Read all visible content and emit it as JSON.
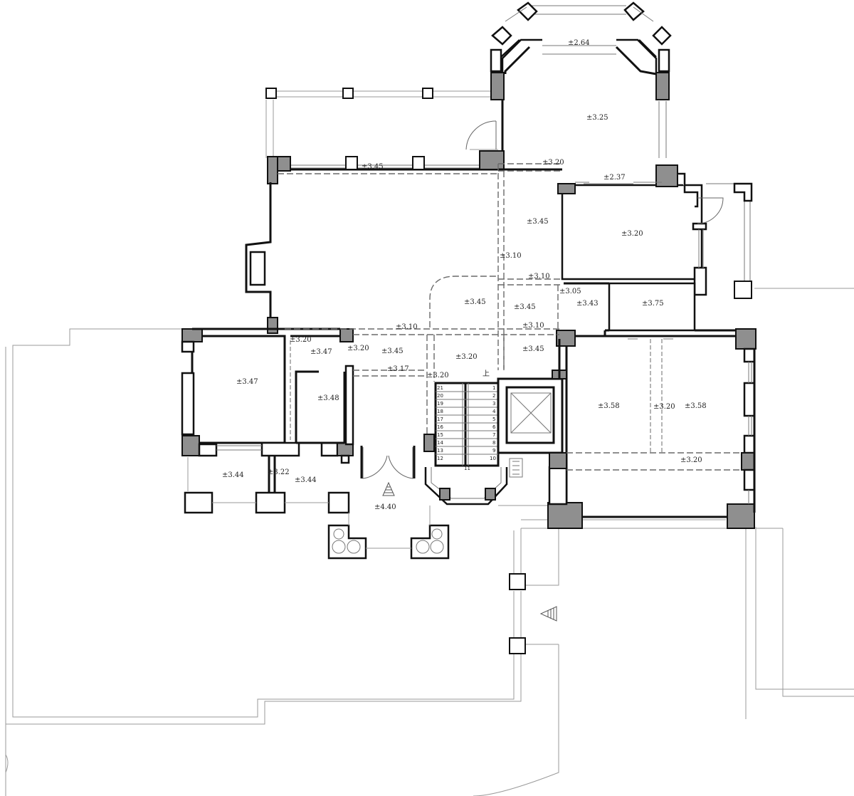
{
  "plan": {
    "elevations": [
      "±2.64",
      "±3.25",
      "±3.20",
      "±2.37",
      "±3.45",
      "±3.45",
      "±3.20",
      "±3.10",
      "±3.10",
      "±3.05",
      "±3.45",
      "±3.45",
      "±3.43",
      "±3.75",
      "±3.10",
      "±3.10",
      "±3.20",
      "±3.47",
      "±3.20",
      "±3.45",
      "±3.20",
      "±3.45",
      "±3.17",
      "±3.20",
      "±3.47",
      "±3.48",
      "±3.58",
      "±3.20",
      "±3.58",
      "±3.20",
      "±3.44",
      "±3.22",
      "±3.44",
      "±4.40"
    ],
    "stair": {
      "up_label": "上",
      "left_steps": [
        "21",
        "20",
        "19",
        "18",
        "17",
        "16",
        "15",
        "14",
        "13",
        "12"
      ],
      "right_steps": [
        "1",
        "2",
        "3",
        "4",
        "5",
        "6",
        "7",
        "8",
        "9",
        "10"
      ],
      "landing": "11"
    }
  }
}
